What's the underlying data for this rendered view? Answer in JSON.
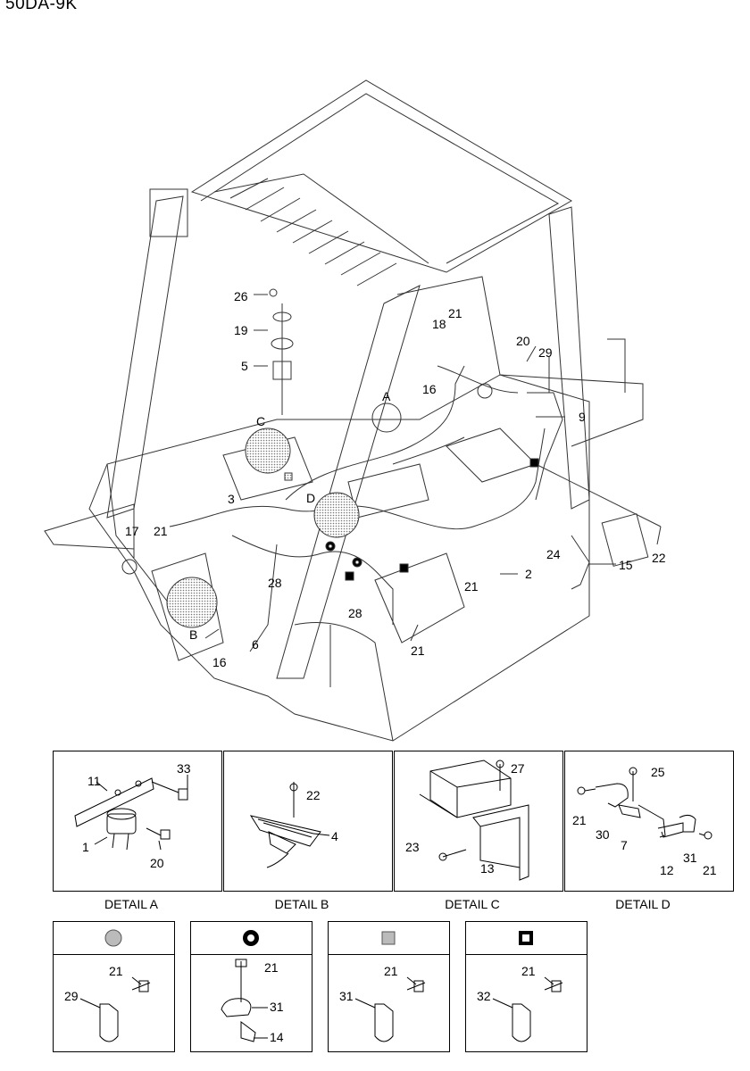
{
  "title": "50DA-9K",
  "main_labels": {
    "l26": "26",
    "l19": "19",
    "l5": "5",
    "l18": "18",
    "l21a": "21",
    "l20": "20",
    "l29": "29",
    "lA": "A",
    "l16a": "16",
    "l9": "9",
    "lC": "C",
    "lD": "D",
    "l3": "3",
    "l17": "17",
    "l21b": "21",
    "l28a": "28",
    "lB": "B",
    "l6": "6",
    "l16b": "16",
    "l28b": "28",
    "l21c": "21",
    "l21d": "21",
    "l2": "2",
    "l24": "24",
    "l15": "15",
    "l22": "22"
  },
  "details": [
    {
      "caption": "DETAIL A",
      "labels": {
        "a33": "33",
        "a11": "11",
        "a1": "1",
        "a20": "20"
      }
    },
    {
      "caption": "DETAIL B",
      "labels": {
        "b22": "22",
        "b4": "4"
      }
    },
    {
      "caption": "DETAIL C",
      "labels": {
        "c27": "27",
        "c23": "23",
        "c13": "13"
      }
    },
    {
      "caption": "DETAIL D",
      "labels": {
        "d25": "25",
        "d21a": "21",
        "d30": "30",
        "d7": "7",
        "d12": "12",
        "d31": "31",
        "d21b": "21"
      }
    }
  ],
  "legend": [
    {
      "symbol": "dotted-circle-icon",
      "labels": {
        "n1": "21",
        "n2": "29"
      }
    },
    {
      "symbol": "bullseye-circle-icon",
      "labels": {
        "n1": "21",
        "n2": "31",
        "n3": "14"
      }
    },
    {
      "symbol": "dotted-square-icon",
      "labels": {
        "n1": "21",
        "n2": "31"
      }
    },
    {
      "symbol": "bullseye-square-icon",
      "labels": {
        "n1": "21",
        "n2": "32"
      }
    }
  ]
}
